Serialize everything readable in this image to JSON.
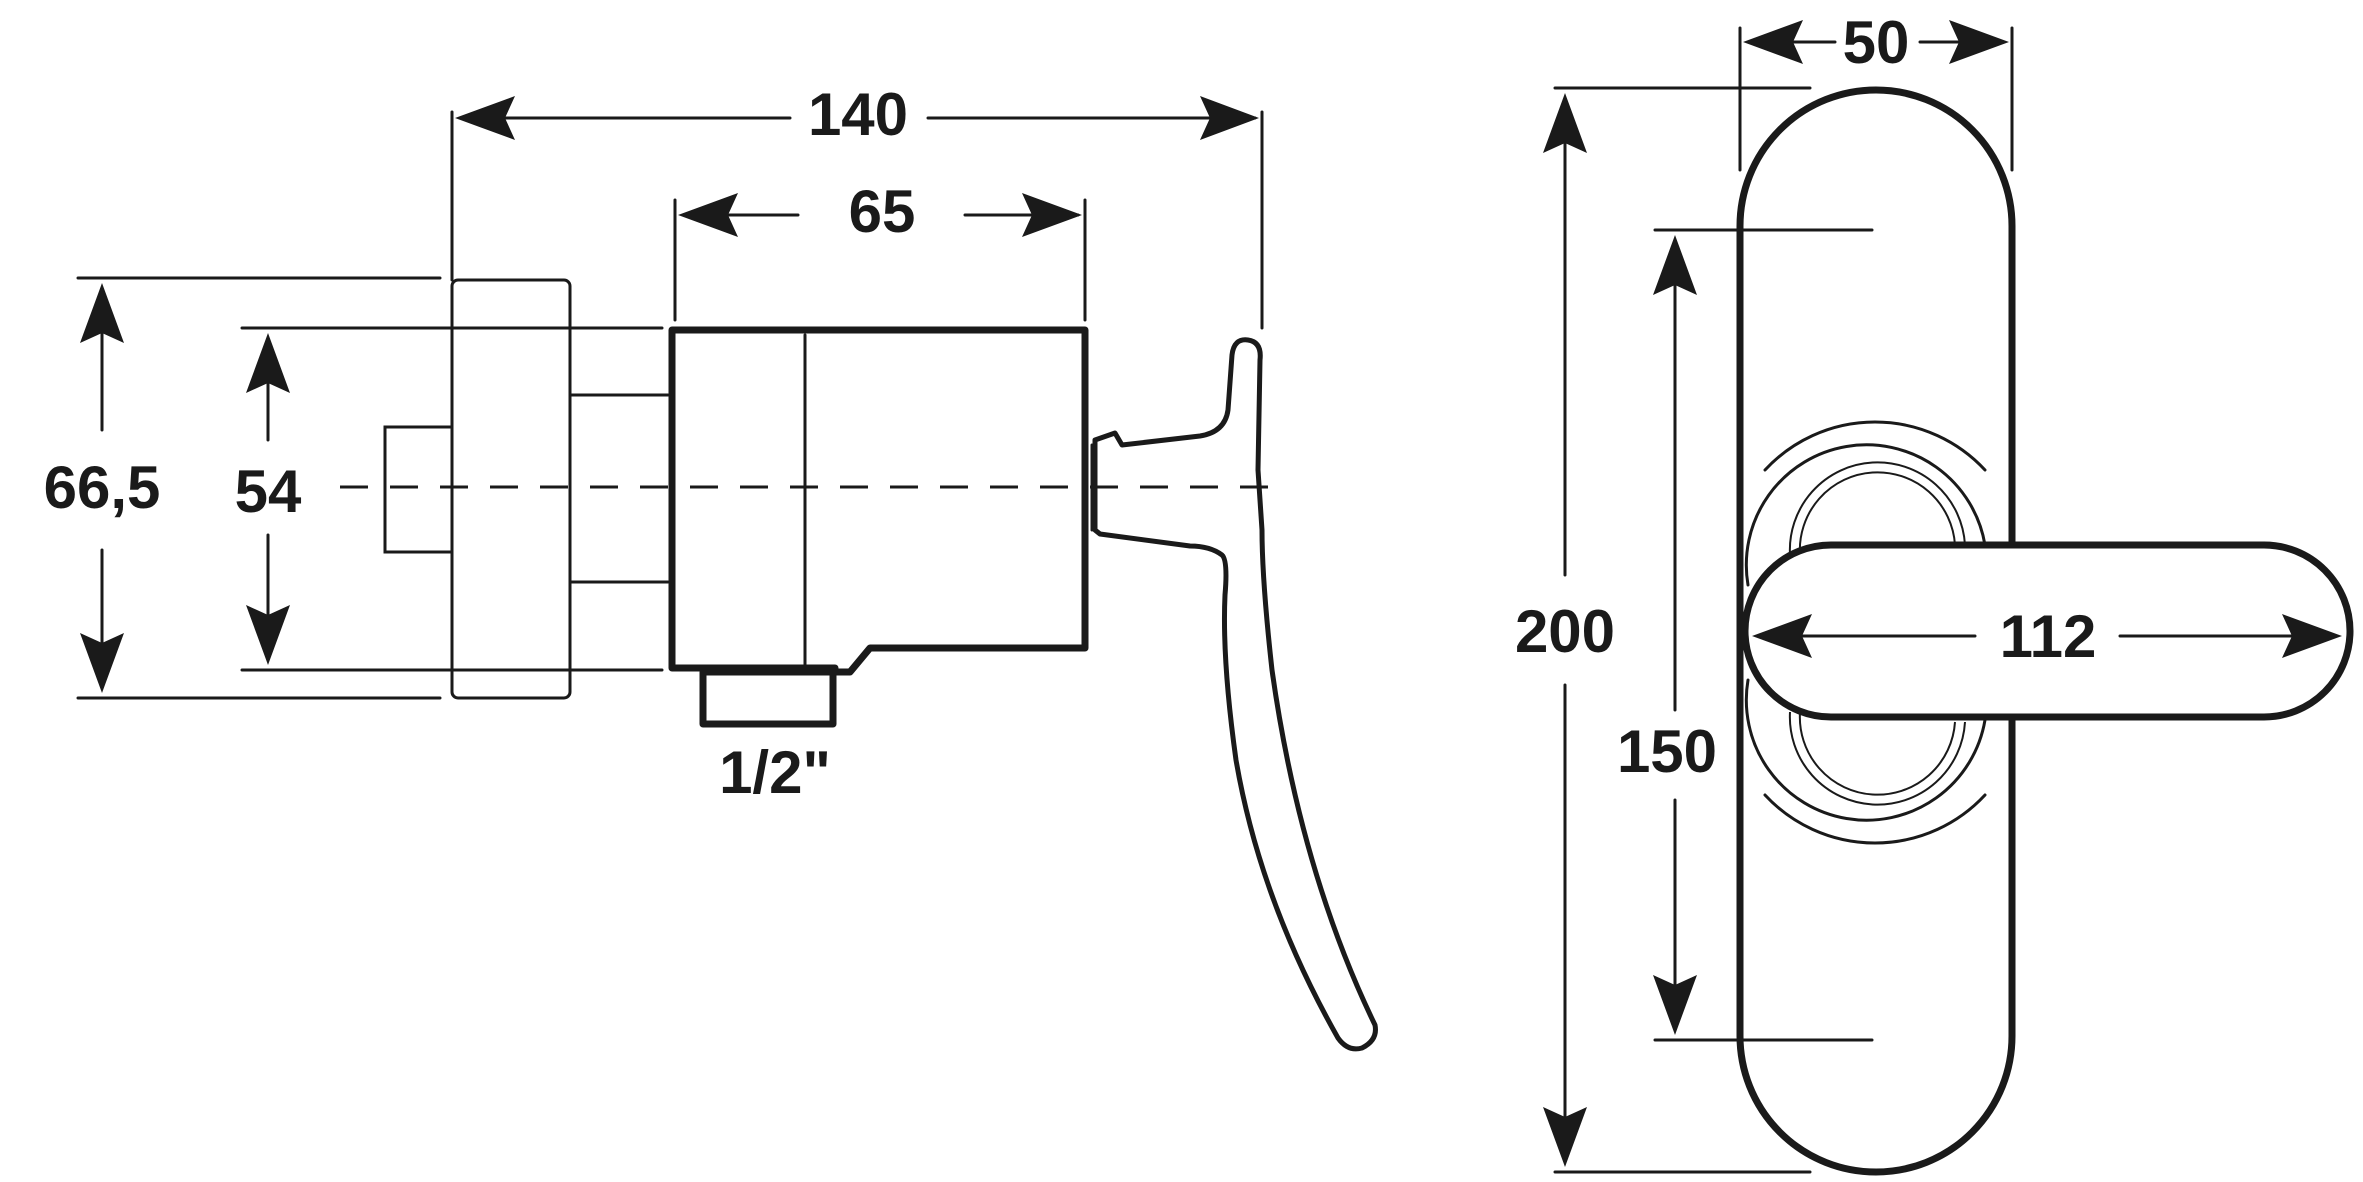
{
  "drawing": {
    "side_view": {
      "dimensions": {
        "overall_length": "140",
        "body_length": "65",
        "flange_height": "66,5",
        "body_height": "54",
        "connection": "1/2\""
      }
    },
    "front_view": {
      "dimensions": {
        "plate_width": "50",
        "plate_height": "200",
        "screw_spacing": "150",
        "lever_length": "112"
      }
    }
  }
}
